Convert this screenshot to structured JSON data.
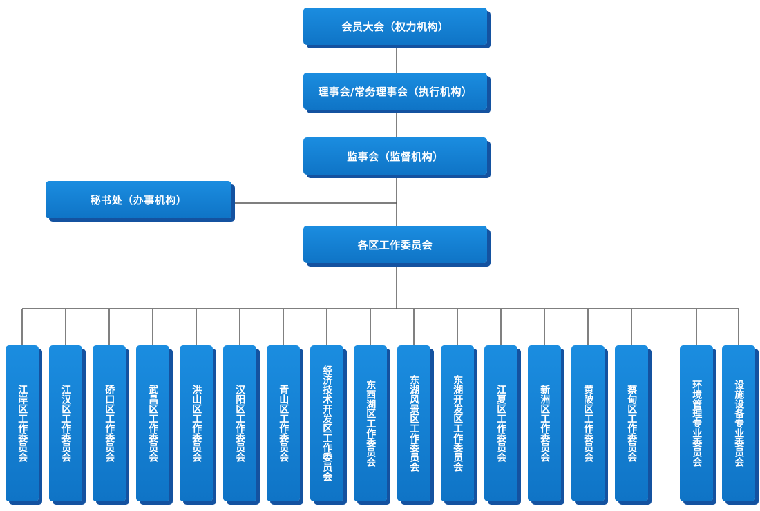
{
  "chart": {
    "top_nodes": [
      {
        "id": "general-assembly",
        "label": "会员大会（权力机构）"
      },
      {
        "id": "council",
        "label": "理事会/常务理事会（执行机构）"
      },
      {
        "id": "supervisory-board",
        "label": "监事会（监督机构）"
      },
      {
        "id": "district-committees",
        "label": "各区工作委员会"
      }
    ],
    "side_node": {
      "id": "secretariat",
      "label": "秘书处（办事机构）"
    },
    "children": [
      "江岸区工作委员会",
      "江汉区工作委员会",
      "硚口区工作委员会",
      "武昌区工作委员会",
      "洪山区工作委员会",
      "汉阳区工作委员会",
      "青山区工作委员会",
      "经济技术开发区工作委员会",
      "东西湖区工作委员会",
      "东湖风景区工作委员会",
      "东湖开发区工作委员会",
      "江夏区工作委员会",
      "新洲区工作委员会",
      "黄陂区工作委员会",
      "蔡甸区工作委员会",
      "环境管理专业委员会",
      "设施设备专业委员会"
    ],
    "colors": {
      "node_fill": "#1681d6",
      "node_shadow": "#1452a0",
      "node_text": "#ffffff",
      "connector": "#555555"
    }
  }
}
